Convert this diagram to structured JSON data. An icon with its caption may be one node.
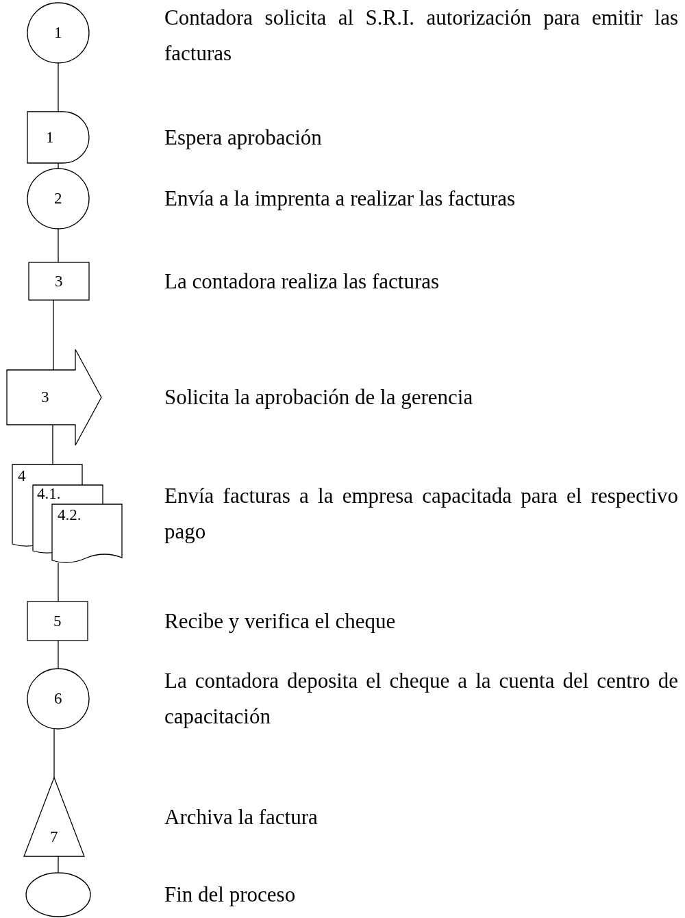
{
  "diagram": {
    "nodes": [
      {
        "text": [
          "1"
        ],
        "beside": [
          "Contadora solicita al S.R.I. autorización para emitir las facturas"
        ]
      },
      {
        "text": [
          "1"
        ],
        "beside": [
          "Espera aprobación"
        ]
      },
      {
        "text": [
          "2"
        ],
        "beside": [
          "Envía a la imprenta a realizar las facturas"
        ]
      },
      {
        "text": [
          "3"
        ],
        "beside": [
          "La contadora realiza las facturas"
        ]
      },
      {
        "text": [
          "3"
        ],
        "beside": [
          "Solicita la aprobación de la gerencia"
        ]
      },
      {
        "text": [
          "4",
          "4.1.",
          "4.2."
        ],
        "beside": [
          "Envía facturas a la empresa capacitada para el respectivo pago"
        ]
      },
      {
        "text": [
          "5"
        ],
        "beside": [
          "Recibe y verifica el cheque"
        ]
      },
      {
        "text": [
          "6"
        ],
        "beside": [
          "La contadora deposita el cheque a la cuenta del centro de capacitación"
        ]
      },
      {
        "text": [
          "7"
        ],
        "beside": [
          "Archiva la factura"
        ]
      },
      {
        "text": [],
        "shape": "circle",
        "beside": [
          "Fin del proceso"
        ]
      }
    ],
    "edges": [
      {
        "from": 0,
        "to": 1,
        "arrow": "none"
      },
      {
        "from": 1,
        "to": 2,
        "arrow": "none"
      },
      {
        "from": 2,
        "to": 3,
        "arrow": "none"
      },
      {
        "from": 3,
        "to": 4,
        "arrow": "none"
      },
      {
        "from": 4,
        "to": 5,
        "arrow": "none"
      },
      {
        "from": 5,
        "to": 6,
        "arrow": "none"
      },
      {
        "from": 6,
        "to": 7,
        "arrow": "none"
      },
      {
        "from": 7,
        "to": 8,
        "arrow": "none"
      },
      {
        "from": 8,
        "to": 9,
        "arrow": "none"
      }
    ]
  }
}
